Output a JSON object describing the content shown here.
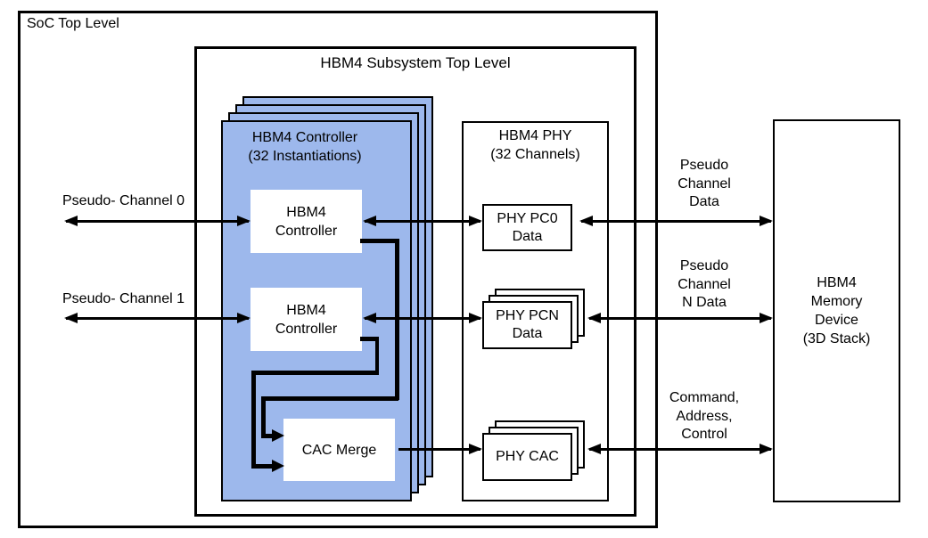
{
  "diagram": {
    "soc": {
      "label": "SoC Top Level"
    },
    "subsystem": {
      "label": "HBM4 Subsystem Top Level"
    },
    "controller_stack": {
      "title": "HBM4 Controller",
      "subtitle": "(32 Instantiations)",
      "layers": 4,
      "fill_color": "#9DB8EC",
      "line_color": "#000000"
    },
    "controller_pc0": {
      "line1": "HBM4",
      "line2": "Controller"
    },
    "controller_pc1": {
      "line1": "HBM4",
      "line2": "Controller"
    },
    "cac_merge": {
      "label": "CAC Merge"
    },
    "phy": {
      "title": "HBM4 PHY",
      "subtitle": "(32 Channels)"
    },
    "phy_pc0": {
      "line1": "PHY PC0",
      "line2": "Data"
    },
    "phy_pcn": {
      "line1": "PHY PCN",
      "line2": "Data",
      "layers": 3
    },
    "phy_cac": {
      "label": "PHY CAC",
      "layers": 3
    },
    "memory": {
      "line1": "HBM4",
      "line2": "Memory",
      "line3": "Device",
      "line4": "(3D Stack)"
    },
    "bus_labels": {
      "pseudo_channel_0": "Pseudo- Channel 0",
      "pseudo_channel_1": "Pseudo- Channel 1",
      "pseudo_channel_data": {
        "line1": "Pseudo",
        "line2": "Channel",
        "line3": "Data"
      },
      "pseudo_channel_n_data": {
        "line1": "Pseudo",
        "line2": "Channel",
        "line3": "N Data"
      },
      "command_address_control": {
        "line1": "Command,",
        "line2": "Address,",
        "line3": "Control"
      }
    }
  }
}
